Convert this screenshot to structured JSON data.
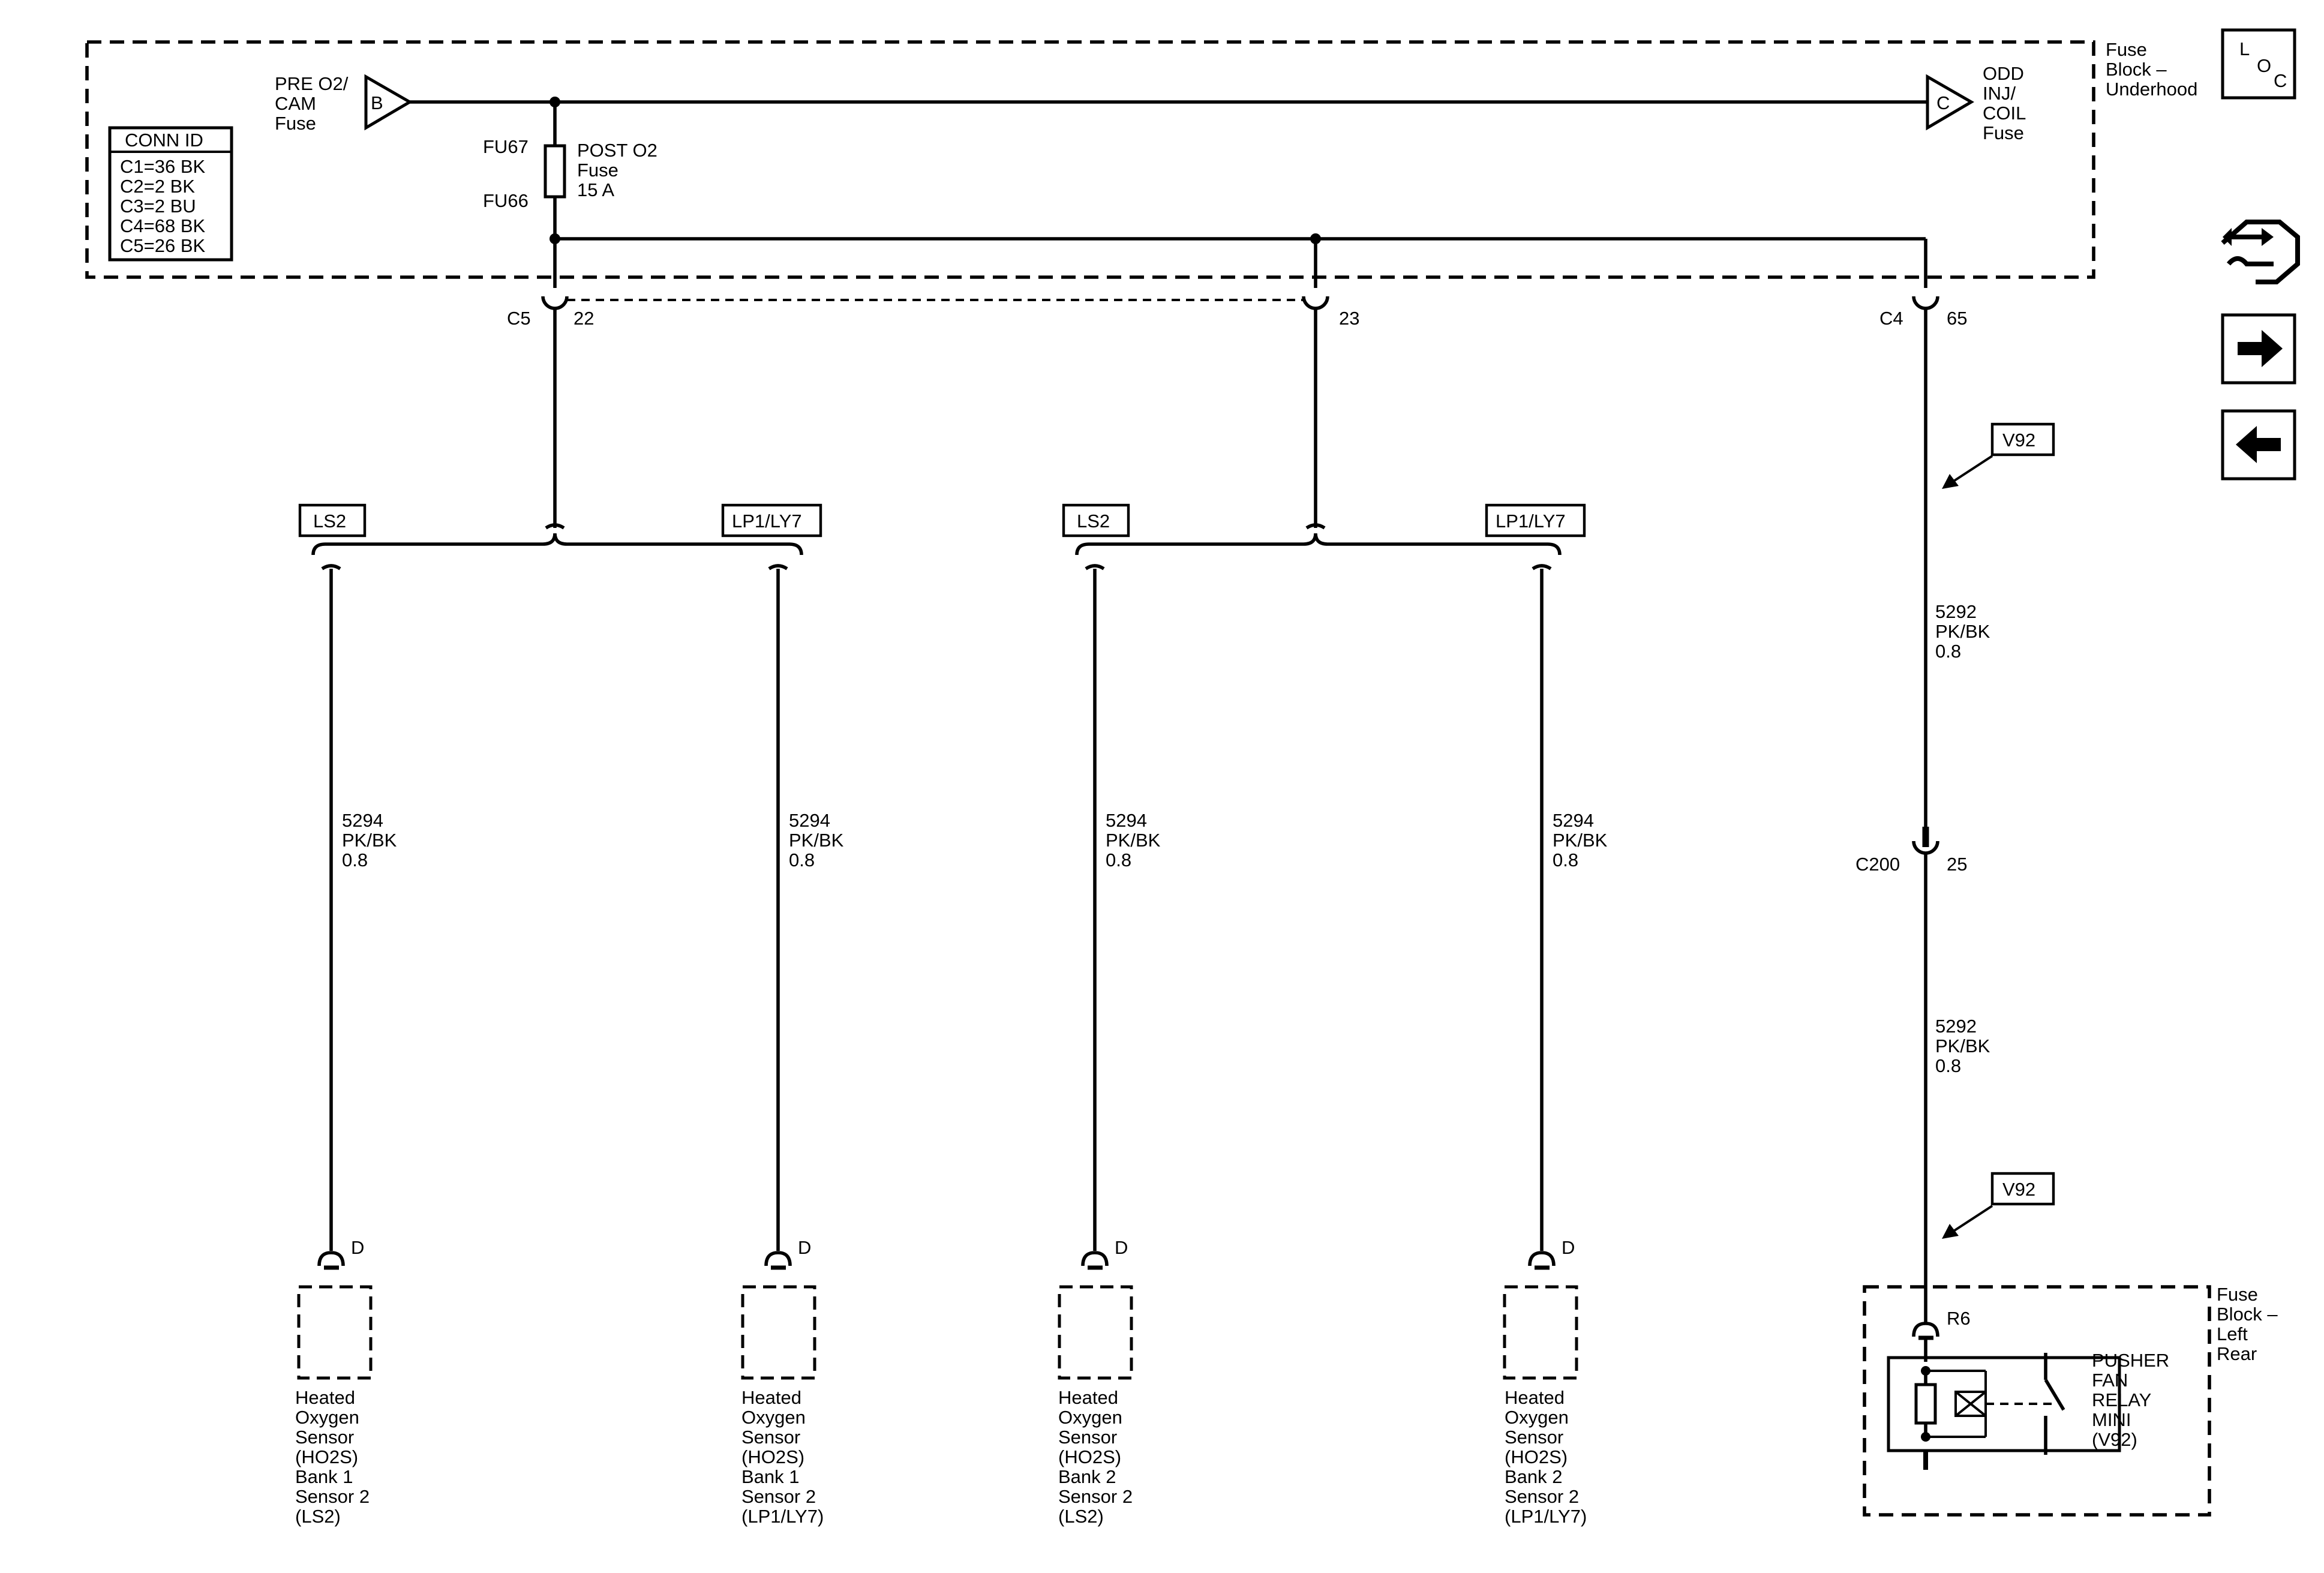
{
  "fuse_block_underhood": {
    "label_lines": [
      "Fuse",
      "Block –",
      "Underhood"
    ]
  },
  "conn_id": {
    "title": "CONN ID",
    "rows": [
      "C1=36 BK",
      "C2=2 BK",
      "C3=2 BU",
      "C4=68 BK",
      "C5=26 BK"
    ]
  },
  "fuses": {
    "pre_o2": {
      "lines": [
        "PRE O2/",
        "CAM",
        "Fuse"
      ],
      "letter": "B"
    },
    "odd_inj": {
      "lines": [
        "ODD",
        "INJ/",
        "COIL",
        "Fuse"
      ],
      "letter": "C"
    },
    "post_o2": {
      "lines": [
        "POST O2",
        "Fuse",
        "15 A"
      ],
      "top_id": "FU67",
      "bottom_id": "FU66"
    }
  },
  "connectors": {
    "c5": {
      "name": "C5",
      "pin": "22"
    },
    "mid": {
      "pin": "23"
    },
    "c4": {
      "name": "C4",
      "pin": "65"
    },
    "c200": {
      "name": "C200",
      "pin": "25"
    },
    "r6": {
      "name": "R6"
    }
  },
  "options": {
    "ls2": "LS2",
    "lp1": "LP1/LY7",
    "v92": "V92"
  },
  "wires": {
    "w5294": [
      "5294",
      "PK/BK",
      "0.8"
    ],
    "w5292": [
      "5292",
      "PK/BK",
      "0.8"
    ]
  },
  "sensors": [
    {
      "pin": "D",
      "lines": [
        "Heated",
        "Oxygen",
        "Sensor",
        "(HO2S)",
        "Bank 1",
        "Sensor 2",
        "(LS2)"
      ]
    },
    {
      "pin": "D",
      "lines": [
        "Heated",
        "Oxygen",
        "Sensor",
        "(HO2S)",
        "Bank 1",
        "Sensor 2",
        "(LP1/LY7)"
      ]
    },
    {
      "pin": "D",
      "lines": [
        "Heated",
        "Oxygen",
        "Sensor",
        "(HO2S)",
        "Bank 2",
        "Sensor 2",
        "(LS2)"
      ]
    },
    {
      "pin": "D",
      "lines": [
        "Heated",
        "Oxygen",
        "Sensor",
        "(HO2S)",
        "Bank 2",
        "Sensor 2",
        "(LP1/LY7)"
      ]
    }
  ],
  "relay": {
    "lines": [
      "PUSHER",
      "FAN",
      "RELAY",
      "MINI",
      "(V92)"
    ]
  },
  "fuse_block_left_rear": {
    "label_lines": [
      "Fuse",
      "Block –",
      "Left",
      "Rear"
    ]
  },
  "side_icons": {
    "loc": {
      "l": "L",
      "o": "O",
      "c": "C",
      "icon": "loc-icon"
    },
    "component": "component-locator-icon",
    "next": "arrow-right-icon",
    "prev": "arrow-left-icon"
  }
}
